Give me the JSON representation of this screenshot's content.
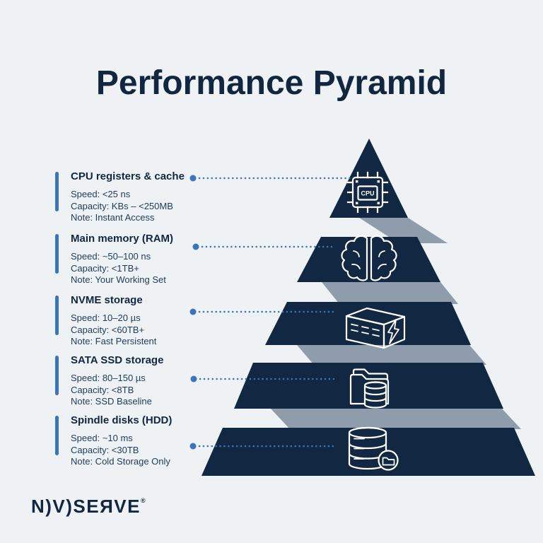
{
  "title": "Performance Pyramid",
  "logo": {
    "text": "N)V)SEЯVE",
    "mark": "®"
  },
  "colors": {
    "background": "#eef2f4",
    "navy": "#112742",
    "shadow_gray": "#8e9cab",
    "accent_blue": "#3b74bb",
    "icon_white": "#ffffff"
  },
  "levels": [
    {
      "name": "CPU registers & cache",
      "speed": "Speed: <25 ns",
      "capacity": "Capacity: KBs – <250MB",
      "note": "Note: Instant Access",
      "icon": "cpu-chip-icon",
      "icon_label": "CPU"
    },
    {
      "name": "Main memory (RAM)",
      "speed": "Speed: ~50–100 ns",
      "capacity": "Capacity: <1TB+",
      "note": "Note: Your Working Set",
      "icon": "brain-icon"
    },
    {
      "name": "NVME storage",
      "speed": "Speed: 10–20 µs",
      "capacity": "Capacity: <60TB+",
      "note": "Note: Fast Persistent",
      "icon": "nvme-box-icon"
    },
    {
      "name": "SATA SSD storage",
      "speed": "Speed: 80–150 µs",
      "capacity": "Capacity: <8TB",
      "note": "Note: SSD Baseline",
      "icon": "folder-database-icon"
    },
    {
      "name": "Spindle disks (HDD)",
      "speed": "Speed: ~10 ms",
      "capacity": "Capacity: <30TB",
      "note": "Note: Cold Storage Only",
      "icon": "database-archive-icon"
    }
  ]
}
